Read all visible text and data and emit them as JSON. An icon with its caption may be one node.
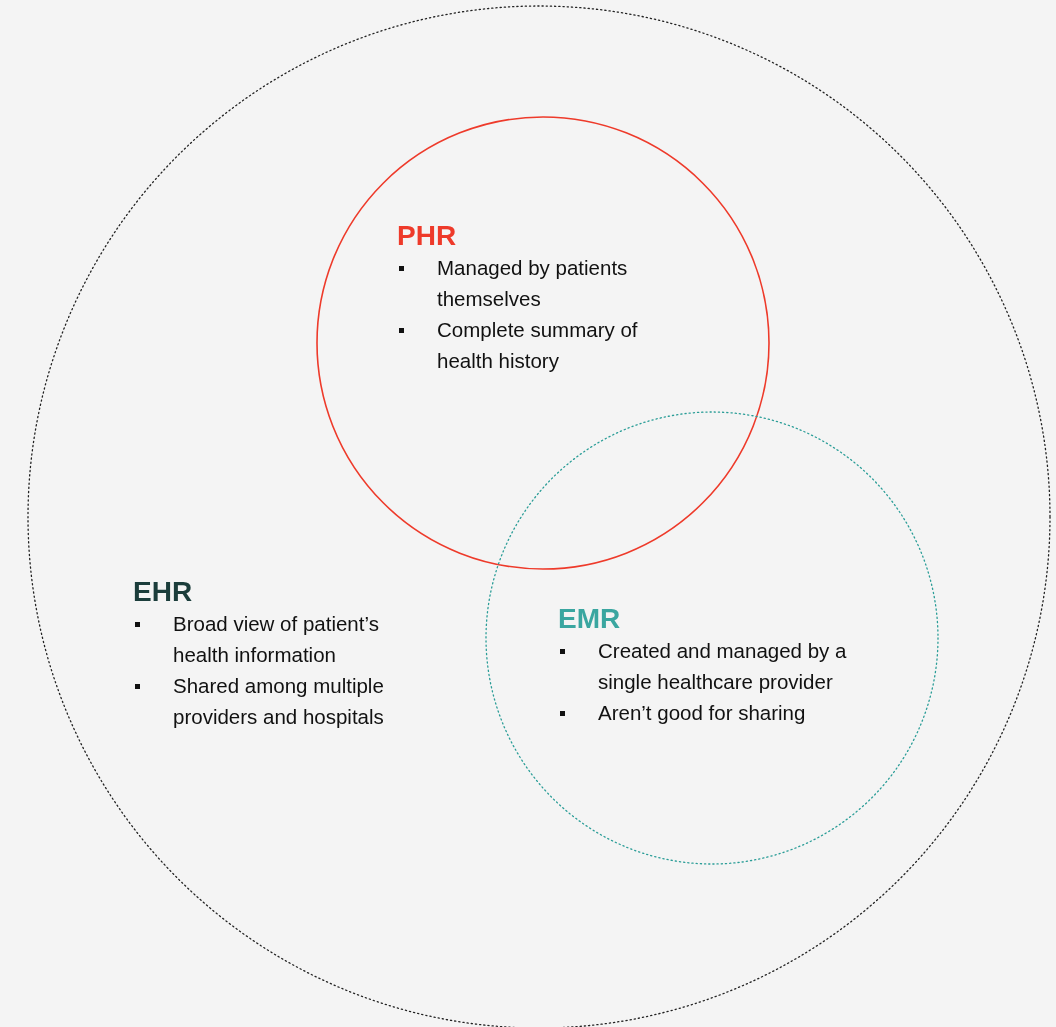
{
  "diagram": {
    "nodes": [
      {
        "text": [
          "EHR",
          "Broad view of patient’s health information",
          "Shared among multiple providers and hospitals"
        ]
      },
      {
        "text": [
          "PHR",
          "Managed by patients themselves",
          "Complete summary of health history"
        ],
        "in": 0
      },
      {
        "text": [
          "EMR",
          "Created and managed by a single healthcare provider",
          "Aren’t good for sharing"
        ],
        "in": 0
      }
    ]
  }
}
